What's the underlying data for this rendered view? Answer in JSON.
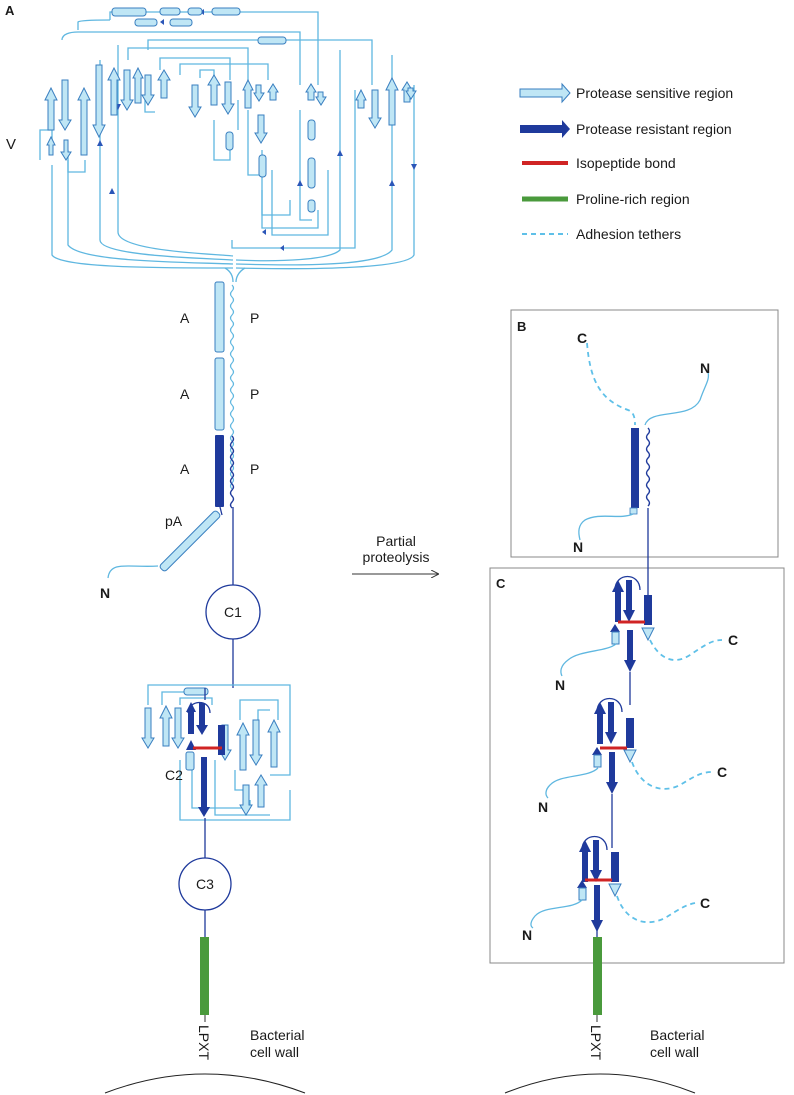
{
  "panels": {
    "a": "A",
    "b": "B",
    "c": "C"
  },
  "legend": [
    {
      "key": "sensitive",
      "label": "Protease sensitive region"
    },
    {
      "key": "resistant",
      "label": "Protease resistant region"
    },
    {
      "key": "isopeptide",
      "label": "Isopeptide bond"
    },
    {
      "key": "proline",
      "label": "Proline-rich region"
    },
    {
      "key": "tethers",
      "label": "Adhesion tethers"
    }
  ],
  "labels": {
    "v": "V",
    "a1": "A",
    "a2": "A",
    "a3": "A",
    "p1": "P",
    "p2": "P",
    "p3": "P",
    "pa": "pA",
    "n_main": "N",
    "c1": "C1",
    "c2": "C2",
    "c3": "C3",
    "lpxt_left": "LPXT",
    "wall_left_1": "Bacterial",
    "wall_left_2": "cell wall",
    "proteolysis_1": "Partial",
    "proteolysis_2": "proteolysis",
    "b_c": "C",
    "b_n_top": "N",
    "b_n_bottom": "N",
    "c_n1": "N",
    "c_c1": "C",
    "c_n2": "N",
    "c_c2": "C",
    "c_n3": "N",
    "c_c3": "C",
    "lpxt_right": "LPXT",
    "wall_right_1": "Bacterial",
    "wall_right_2": "cell wall"
  },
  "colors": {
    "sensitive_fill": "#bfe6f5",
    "sensitive_stroke": "#3a7fc0",
    "resistant": "#1f3a9c",
    "isopeptide": "#d02424",
    "proline": "#4a9a3c",
    "tether": "#5fc0e8",
    "loop": "#5fb7e0"
  }
}
